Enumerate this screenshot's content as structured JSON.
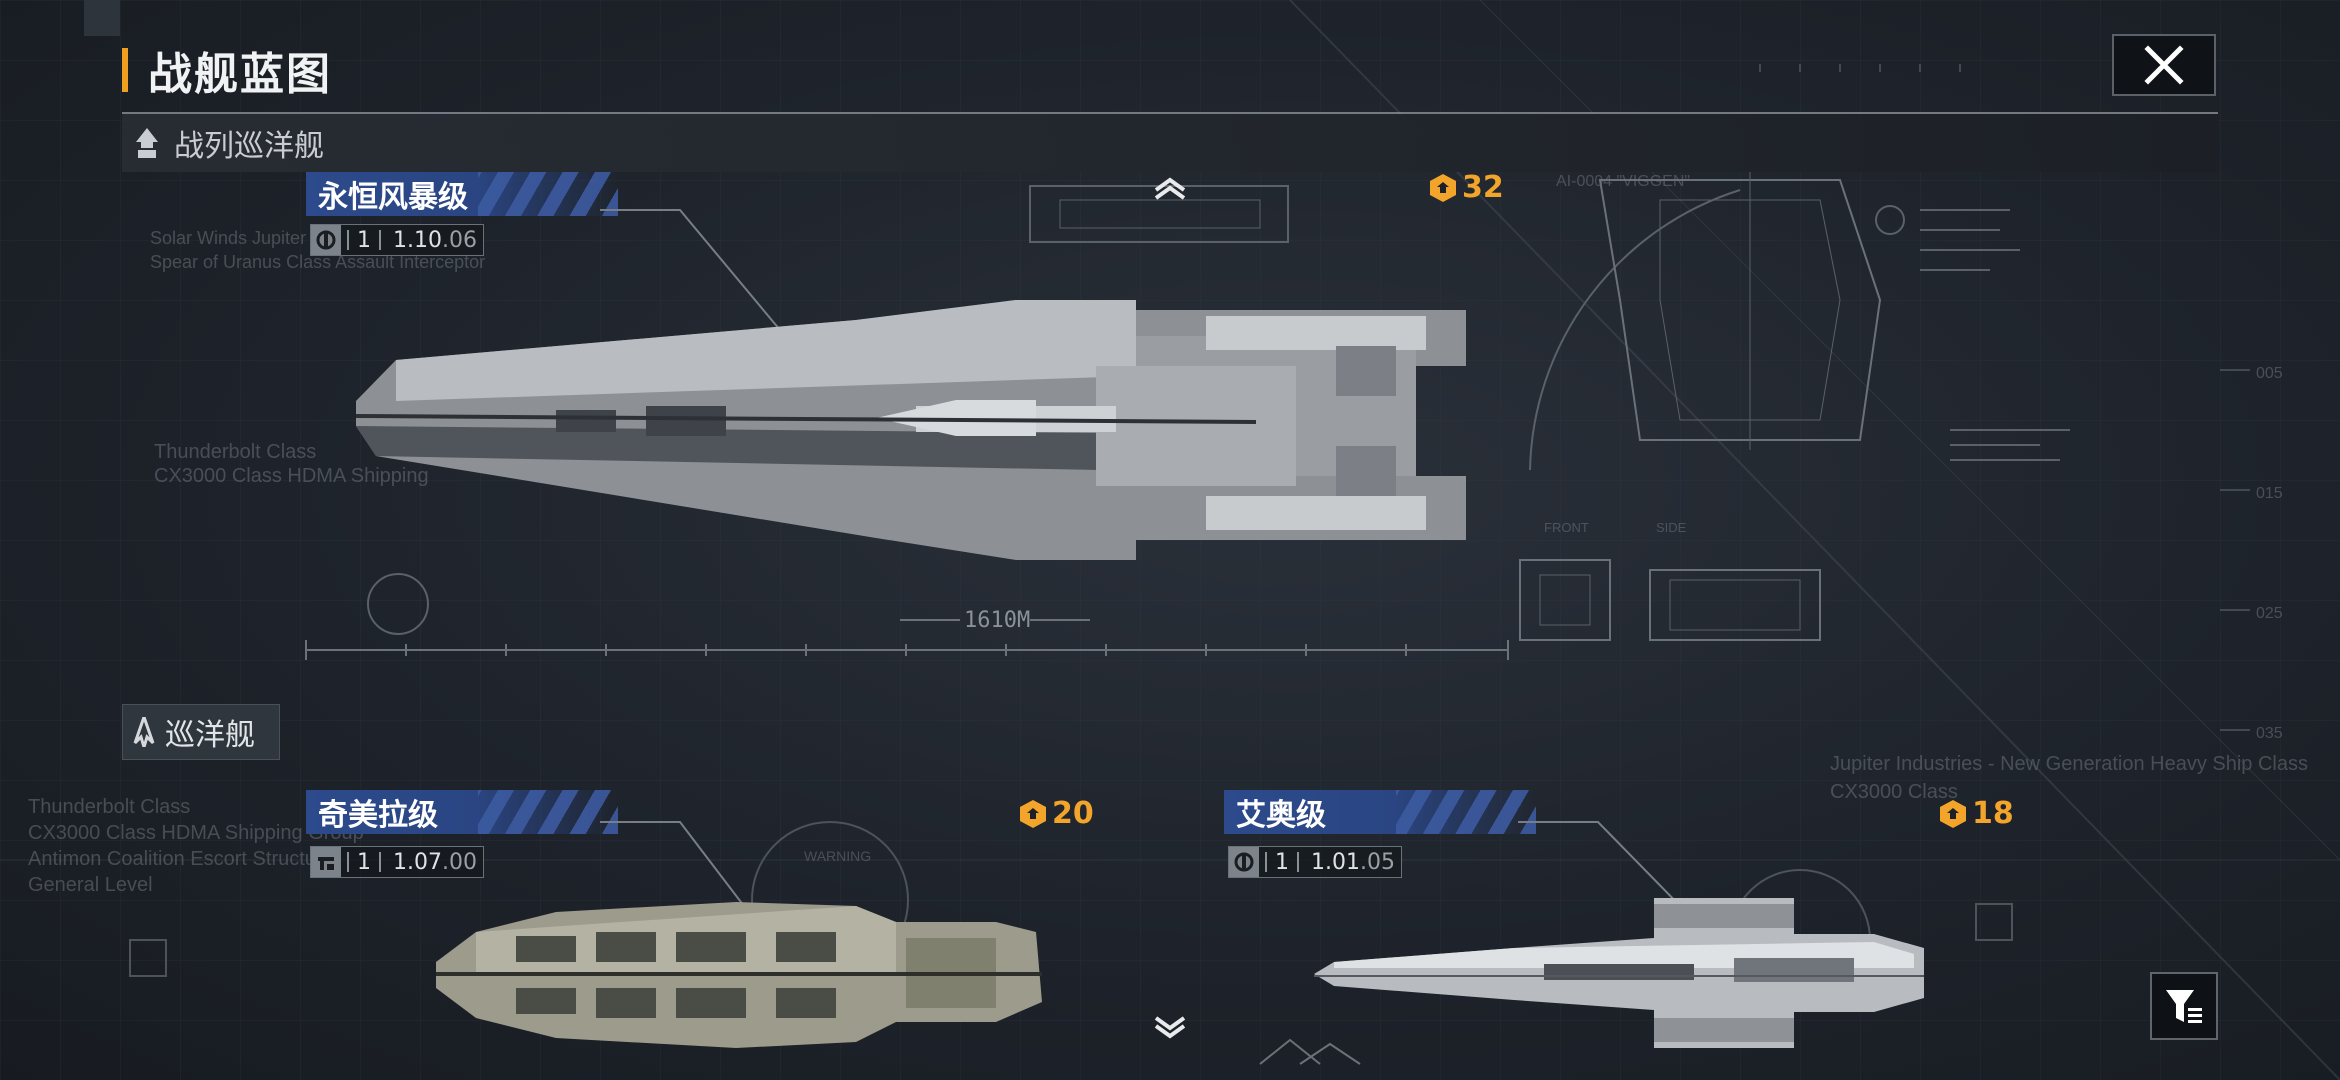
{
  "header": {
    "title": "战舰蓝图",
    "close_icon": "close-icon"
  },
  "sections": [
    {
      "label": "战列巡洋舰",
      "icon": "battlecruiser-class-icon"
    },
    {
      "label": "巡洋舰",
      "icon": "cruiser-class-icon"
    }
  ],
  "ships": [
    {
      "name": "永恒风暴级",
      "tier": "1",
      "version_main": "1.10",
      "version_sub": ".06",
      "cost": "32",
      "cost_icon": "command-points-icon"
    },
    {
      "name": "奇美拉级",
      "tier": "1",
      "version_main": "1.07",
      "version_sub": ".00",
      "cost": "20",
      "cost_icon": "command-points-icon"
    },
    {
      "name": "艾奥级",
      "tier": "1",
      "version_main": "1.01",
      "version_sub": ".05",
      "cost": "18",
      "cost_icon": "command-points-icon"
    }
  ],
  "scale_label": "1610M",
  "background_text": {
    "ship1_caption": [
      "Solar Winds Jupiter",
      "Spear of Uranus Class Assault Interceptor"
    ],
    "ship1_mid": [
      "Thunderbolt Class",
      "CX3000 Class HDMA Shipping"
    ],
    "ship2_caption": [
      "Thunderbolt Class",
      "CX3000 Class HDMA Shipping Group",
      "Antimon Coalition Escort Structural",
      "General Level"
    ],
    "ship3_caption": [
      "Jupiter Industries - New Generation Heavy Ship Class",
      "CX3000 Class"
    ],
    "blueprint_title": "AI-0004 \"VIGGEN\"",
    "warning": "WARNING",
    "front": "FRONT",
    "side": "SIDE",
    "dims": [
      "005",
      "015",
      "025",
      "035"
    ]
  },
  "nav": {
    "up_icon": "chevron-up-icon",
    "down_icon": "chevron-down-icon"
  },
  "filter": {
    "icon": "filter-icon"
  },
  "colors": {
    "accent": "#f0a020",
    "cost": "#f2a52a",
    "name_tag": "#2c4a8c"
  }
}
